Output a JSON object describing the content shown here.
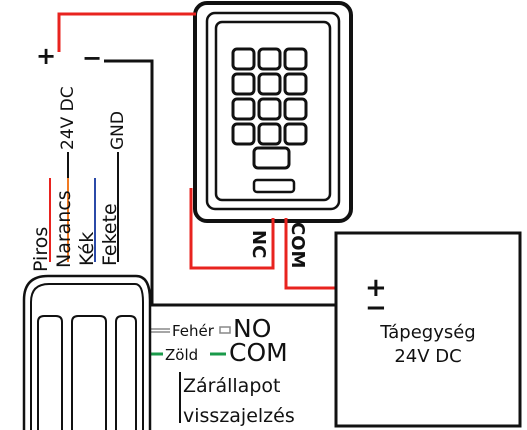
{
  "labels": {
    "plus": "+",
    "minus": "−",
    "supply_voltage": "24V DC",
    "gnd": "GND",
    "piros": "Piros",
    "narancs": "Narancs",
    "kek": "Kék",
    "fekete": "Fekete",
    "nc": "NC",
    "com_top": "COM",
    "psu_plus": "+",
    "psu_minus": "−",
    "psu_title": "Tápegység",
    "psu_voltage": "24V DC",
    "feher": "Fehér",
    "no": "NO",
    "zold": "Zöld",
    "com_bottom": "COM",
    "feedback_line1": "Zárállapot",
    "feedback_line2": "visszajelzés"
  },
  "colors": {
    "red_wire": "#e8231f",
    "black_wire": "#111111",
    "orange_wire": "#f07a22",
    "blue_wire": "#2b4aa8",
    "green_wire": "#1a9a4a",
    "white_wire": "#ffffff",
    "outline": "#111111"
  },
  "keypad": {
    "rows": 4,
    "cols": 3,
    "bottom_keys": 1
  }
}
